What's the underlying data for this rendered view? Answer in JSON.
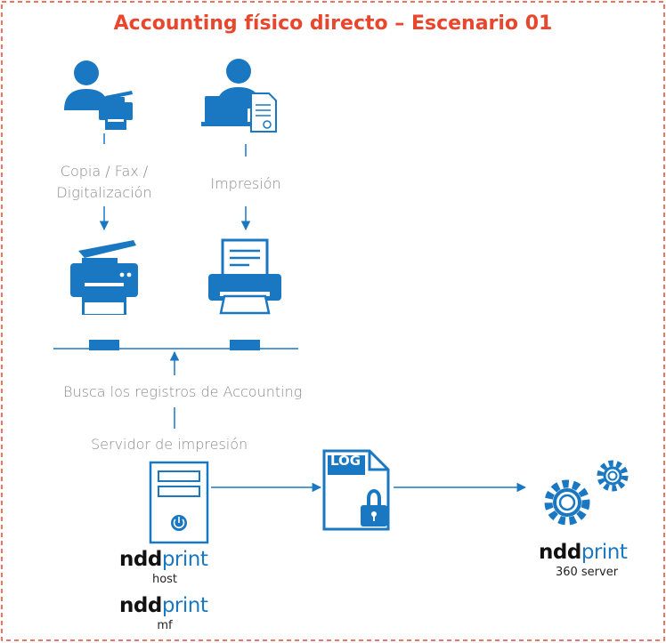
{
  "title": "Accounting físico directo – Escenario 01",
  "labels": {
    "copy_fax_line1": "Copia / Fax /",
    "copy_fax_line2": "Digitalización",
    "print": "Impresión",
    "search_records": "Busca los registros de Accounting",
    "print_server": "Servidor de impresión"
  },
  "log_label": "LOG",
  "brand_left": {
    "host": {
      "part1": "ndd",
      "part2": "print",
      "caption": "host"
    },
    "mf": {
      "part1": "ndd",
      "part2": "print",
      "caption": "mf"
    }
  },
  "brand_right": {
    "part1": "ndd",
    "part2": "print",
    "caption": "360 server"
  },
  "icons": [
    "user-mfp-icon",
    "user-laptop-icon",
    "mfp-icon",
    "printer-icon",
    "server-icon",
    "log-lock-icon",
    "gears-icon"
  ],
  "colors": {
    "title": "#e8472e",
    "accent": "#1a78c2",
    "border": "#e8472e"
  }
}
